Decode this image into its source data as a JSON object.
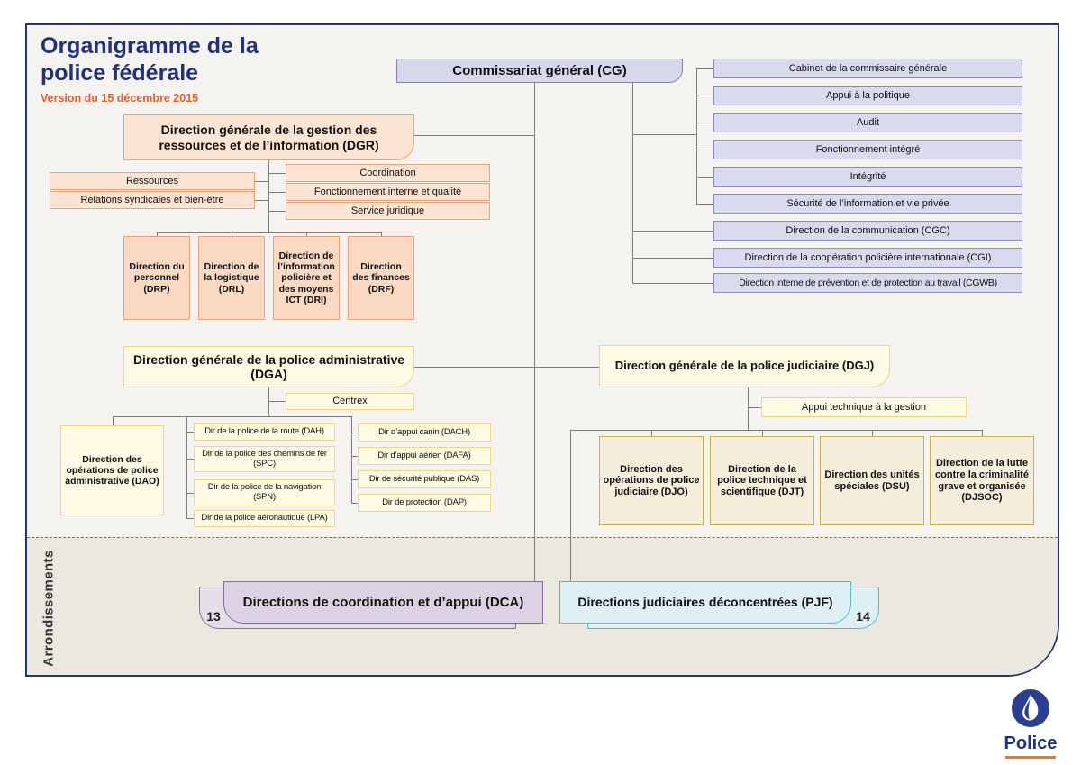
{
  "header": {
    "title_line1": "Organigramme de la",
    "title_line2": "police fédérale",
    "version": "Version du 15 décembre 2015"
  },
  "cg": {
    "label": "Commissariat général (CG)",
    "services": [
      "Cabinet de la commissaire générale",
      "Appui à la politique",
      "Audit",
      "Fonctionnement intégré",
      "Intégrité",
      "Sécurité de l’information et vie privée",
      "Direction de la communication (CGC)",
      "Direction de la coopération policière internationale (CGI)",
      "Direction interne de prévention et de protection au travail (CGWB)"
    ]
  },
  "dgr": {
    "label": "Direction générale de la gestion des ressources et de l’information (DGR)",
    "staff_left": [
      "Ressources",
      "Relations syndicales et bien-être"
    ],
    "staff_right": [
      "Coordination",
      "Fonctionnement interne et qualité",
      "Service juridique"
    ],
    "directions": [
      "Direction du personnel (DRP)",
      "Direction de la logistique (DRL)",
      "Direction de l’information policière et des moyens ICT (DRI)",
      "Direction des finances (DRF)"
    ]
  },
  "dga": {
    "label": "Direction générale de la police administrative (DGA)",
    "centrex": "Centrex",
    "dao": "Direction des opérations de police administrative (DAO)",
    "col1": [
      "Dir de la police de la route (DAH)",
      "Dir de la police des chemins de fer (SPC)",
      "Dir de la police de la navigation (SPN)",
      "Dir de la police aéronautique (LPA)"
    ],
    "col2": [
      "Dir d’appui canin (DACH)",
      "Dir d’appui aérien (DAFA)",
      "Dir de sécurité publique (DAS)",
      "Dir de protection (DAP)"
    ]
  },
  "dgj": {
    "label": "Direction générale de la police judiciaire (DGJ)",
    "appui": "Appui technique à la gestion",
    "directions": [
      "Direction des opérations de police judiciaire (DJO)",
      "Direction de la police technique et scientifique (DJT)",
      "Direction des unités spéciales (DSU)",
      "Direction de la lutte contre la criminalité grave et organisée (DJSOC)"
    ]
  },
  "arrondissements": {
    "label": "Arrondissements",
    "dca": {
      "label": "Directions de coordination et d’appui (DCA)",
      "count": "13"
    },
    "pjf": {
      "label": "Directions judiciaires déconcentrées (PJF)",
      "count": "14"
    }
  },
  "logo": {
    "text": "Police"
  },
  "colors": {
    "navy": "#21317c",
    "orange": "#e55c30",
    "lavender": "#dadaee",
    "peach": "#fce4d2",
    "peach_dark": "#f9d9c1",
    "yellow": "#fdf9e3",
    "cream": "#f5eedb",
    "purple": "#ddd2e3",
    "cyan": "#def0f4",
    "connector": "#7d7d7d",
    "logo_orange": "#e87a1e"
  }
}
